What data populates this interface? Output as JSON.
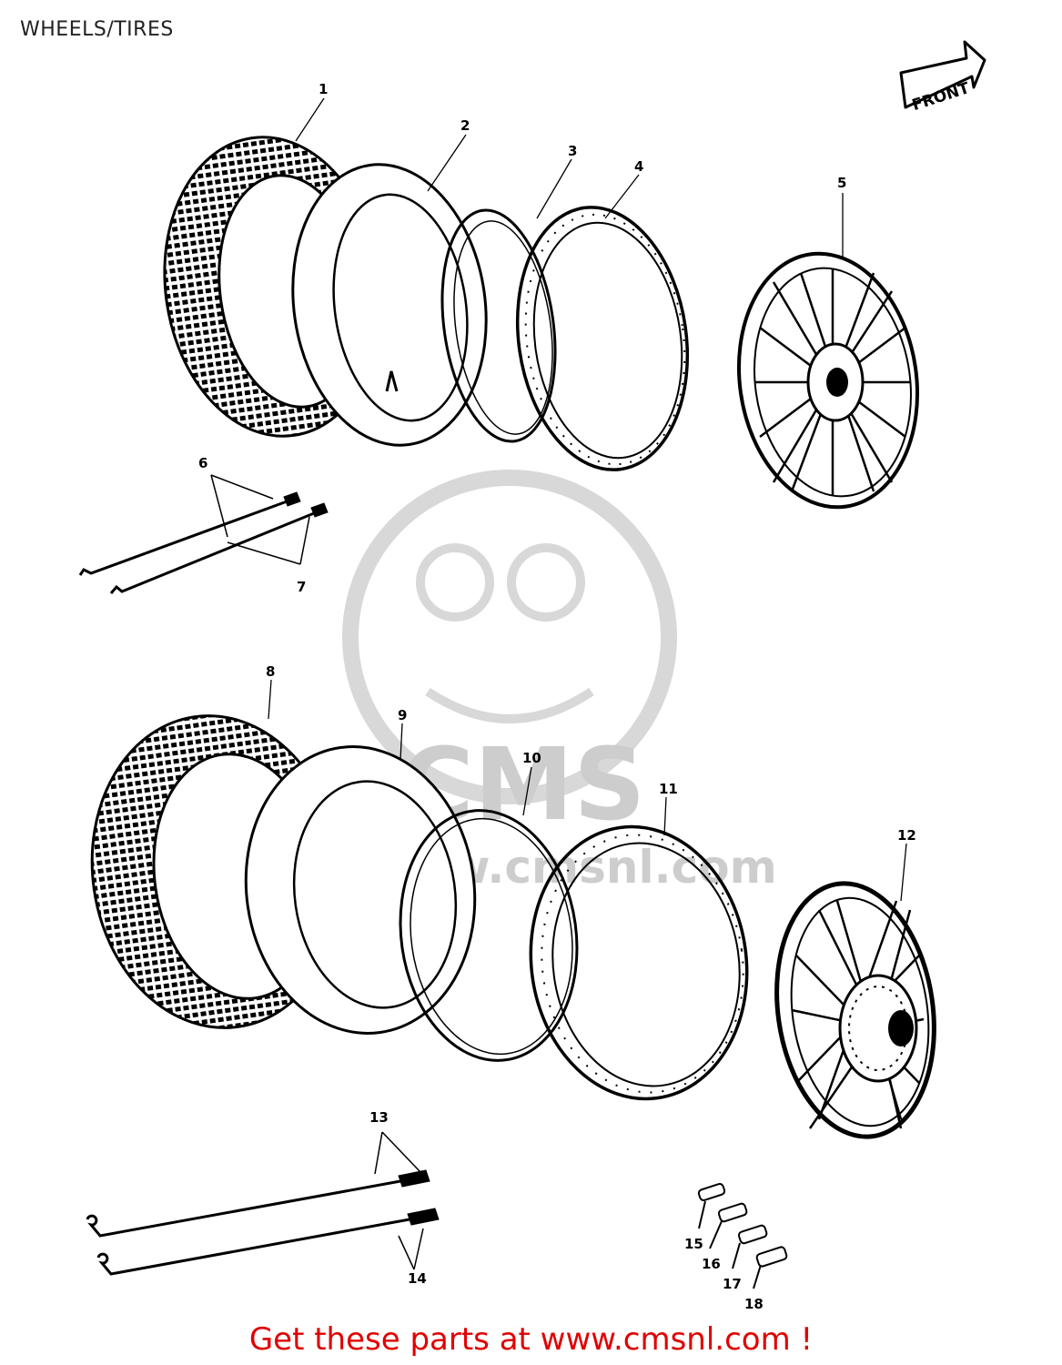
{
  "page": {
    "title": "WHEELS/TIRES"
  },
  "direction_arrow": {
    "label": "FRONT"
  },
  "callouts": [
    "1",
    "2",
    "3",
    "4",
    "5",
    "6",
    "7",
    "8",
    "9",
    "10",
    "11",
    "12",
    "13",
    "14",
    "15",
    "16",
    "17",
    "18"
  ],
  "watermark": {
    "logo": "CMS",
    "url": "www.cmsnl.com"
  },
  "footer": {
    "link_text": "Get these parts at www.cmsnl.com !"
  },
  "colors": {
    "footer": "#e00000",
    "line": "#000000",
    "watermark": "#c8c8c8"
  }
}
